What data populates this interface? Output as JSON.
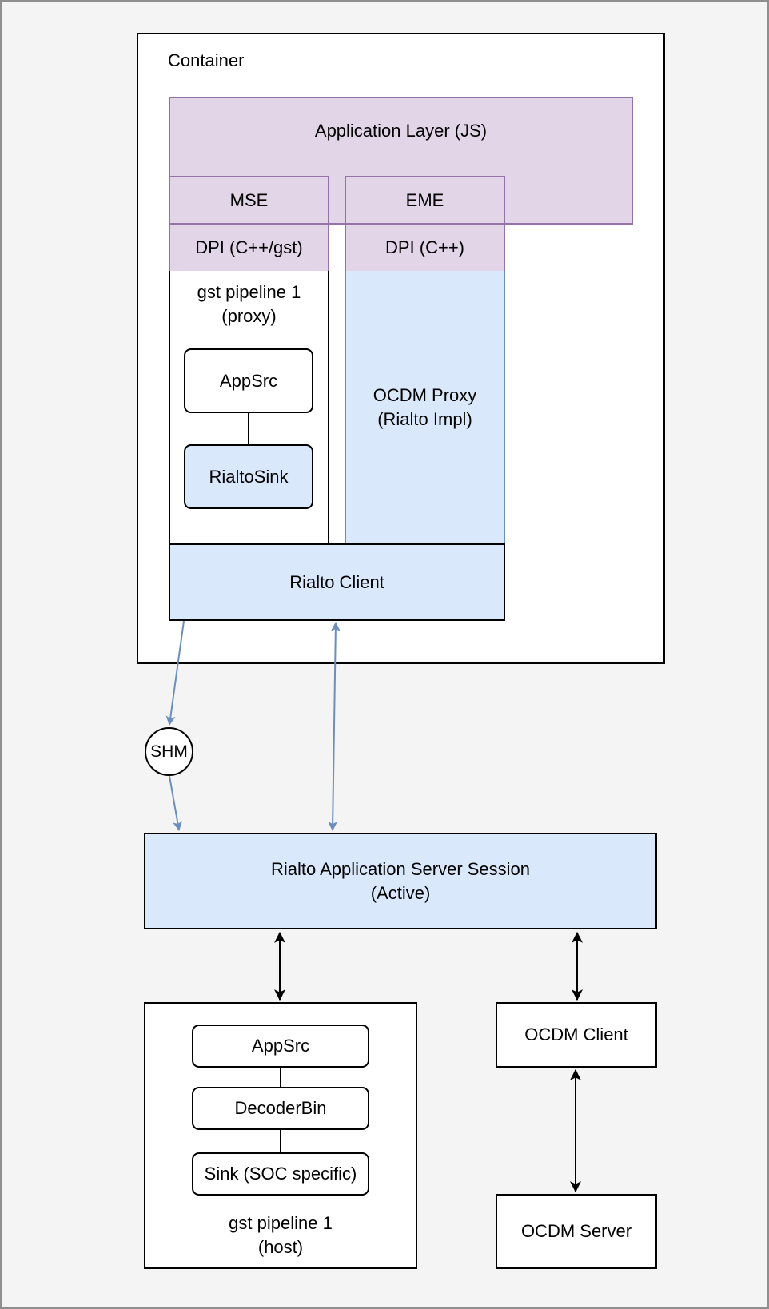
{
  "container": {
    "label": "Container"
  },
  "app_layer": {
    "label": "Application Layer (JS)"
  },
  "mse": {
    "label": "MSE",
    "dpi": "DPI (C++/gst)"
  },
  "eme": {
    "label": "EME",
    "dpi": "DPI (C++)"
  },
  "proxy_pipeline": {
    "label": "gst pipeline 1\n(proxy)",
    "appsrc": "AppSrc",
    "sink": "RialtoSink"
  },
  "ocdm_proxy": {
    "label": "OCDM Proxy\n(Rialto Impl)"
  },
  "rialto_client": {
    "label": "Rialto Client"
  },
  "shm": {
    "label": "SHM"
  },
  "server_session": {
    "label": "Rialto Application Server Session\n(Active)"
  },
  "host_pipeline": {
    "label": "gst pipeline 1\n(host)",
    "appsrc": "AppSrc",
    "decoder": "DecoderBin",
    "sink": "Sink (SOC specific)"
  },
  "ocdm_client": {
    "label": "OCDM Client"
  },
  "ocdm_server": {
    "label": "OCDM Server"
  },
  "colors": {
    "purple_fill": "#e1d5e7",
    "purple_stroke": "#9673a6",
    "blue_fill": "#dae8fc",
    "blue_stroke": "#6c8ebf",
    "blue_arrow": "#6c8ebf"
  }
}
